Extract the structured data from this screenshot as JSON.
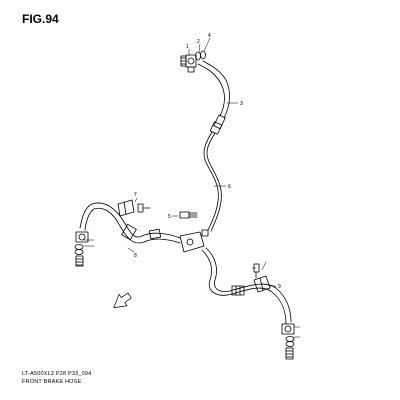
{
  "figure": {
    "title": "FIG.94",
    "drawing_code": "LT-A500XL2 P28 P33_094",
    "caption": "FRONT BRAKE HOSE"
  },
  "callouts": [
    "1",
    "2",
    "3",
    "4",
    "5",
    "6",
    "7",
    "8",
    "9"
  ],
  "colors": {
    "line": "#000000",
    "background": "#ffffff"
  }
}
